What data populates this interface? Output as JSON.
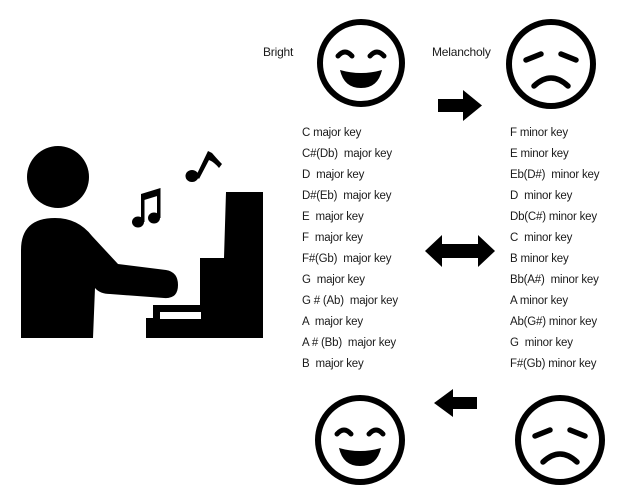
{
  "labels": {
    "bright": "Bright",
    "melancholy": "Melancholy"
  },
  "major_keys": [
    "C major key",
    "C#(Db)  major key",
    "D  major key",
    "D#(Eb)  major key",
    "E  major key",
    "F  major key",
    "F#(Gb)  major key",
    "G  major key",
    "G # (Ab)  major key",
    "A  major key",
    "A # (Bb)  major key",
    "B  major key"
  ],
  "minor_keys": [
    "F minor key",
    "E minor key",
    "Eb(D#)  minor key",
    "D  minor key",
    "Db(C#) minor key",
    "C  minor key",
    "B minor key",
    "Bb(A#)  minor key",
    "A minor key",
    "Ab(G#) minor key",
    "G  minor key",
    "F#(Gb) minor key"
  ],
  "icons": {
    "pianist": "person-playing-piano-icon",
    "notes": [
      "beamed-eighth-notes-icon",
      "eighth-note-icon"
    ],
    "happy_face": "smiling-face-icon",
    "sad_face": "sad-face-icon",
    "arrow_right": "arrow-right-icon",
    "arrow_left": "arrow-left-icon",
    "arrow_both": "double-arrow-icon"
  },
  "colors": {
    "ink": "#000000",
    "background": "#ffffff"
  }
}
